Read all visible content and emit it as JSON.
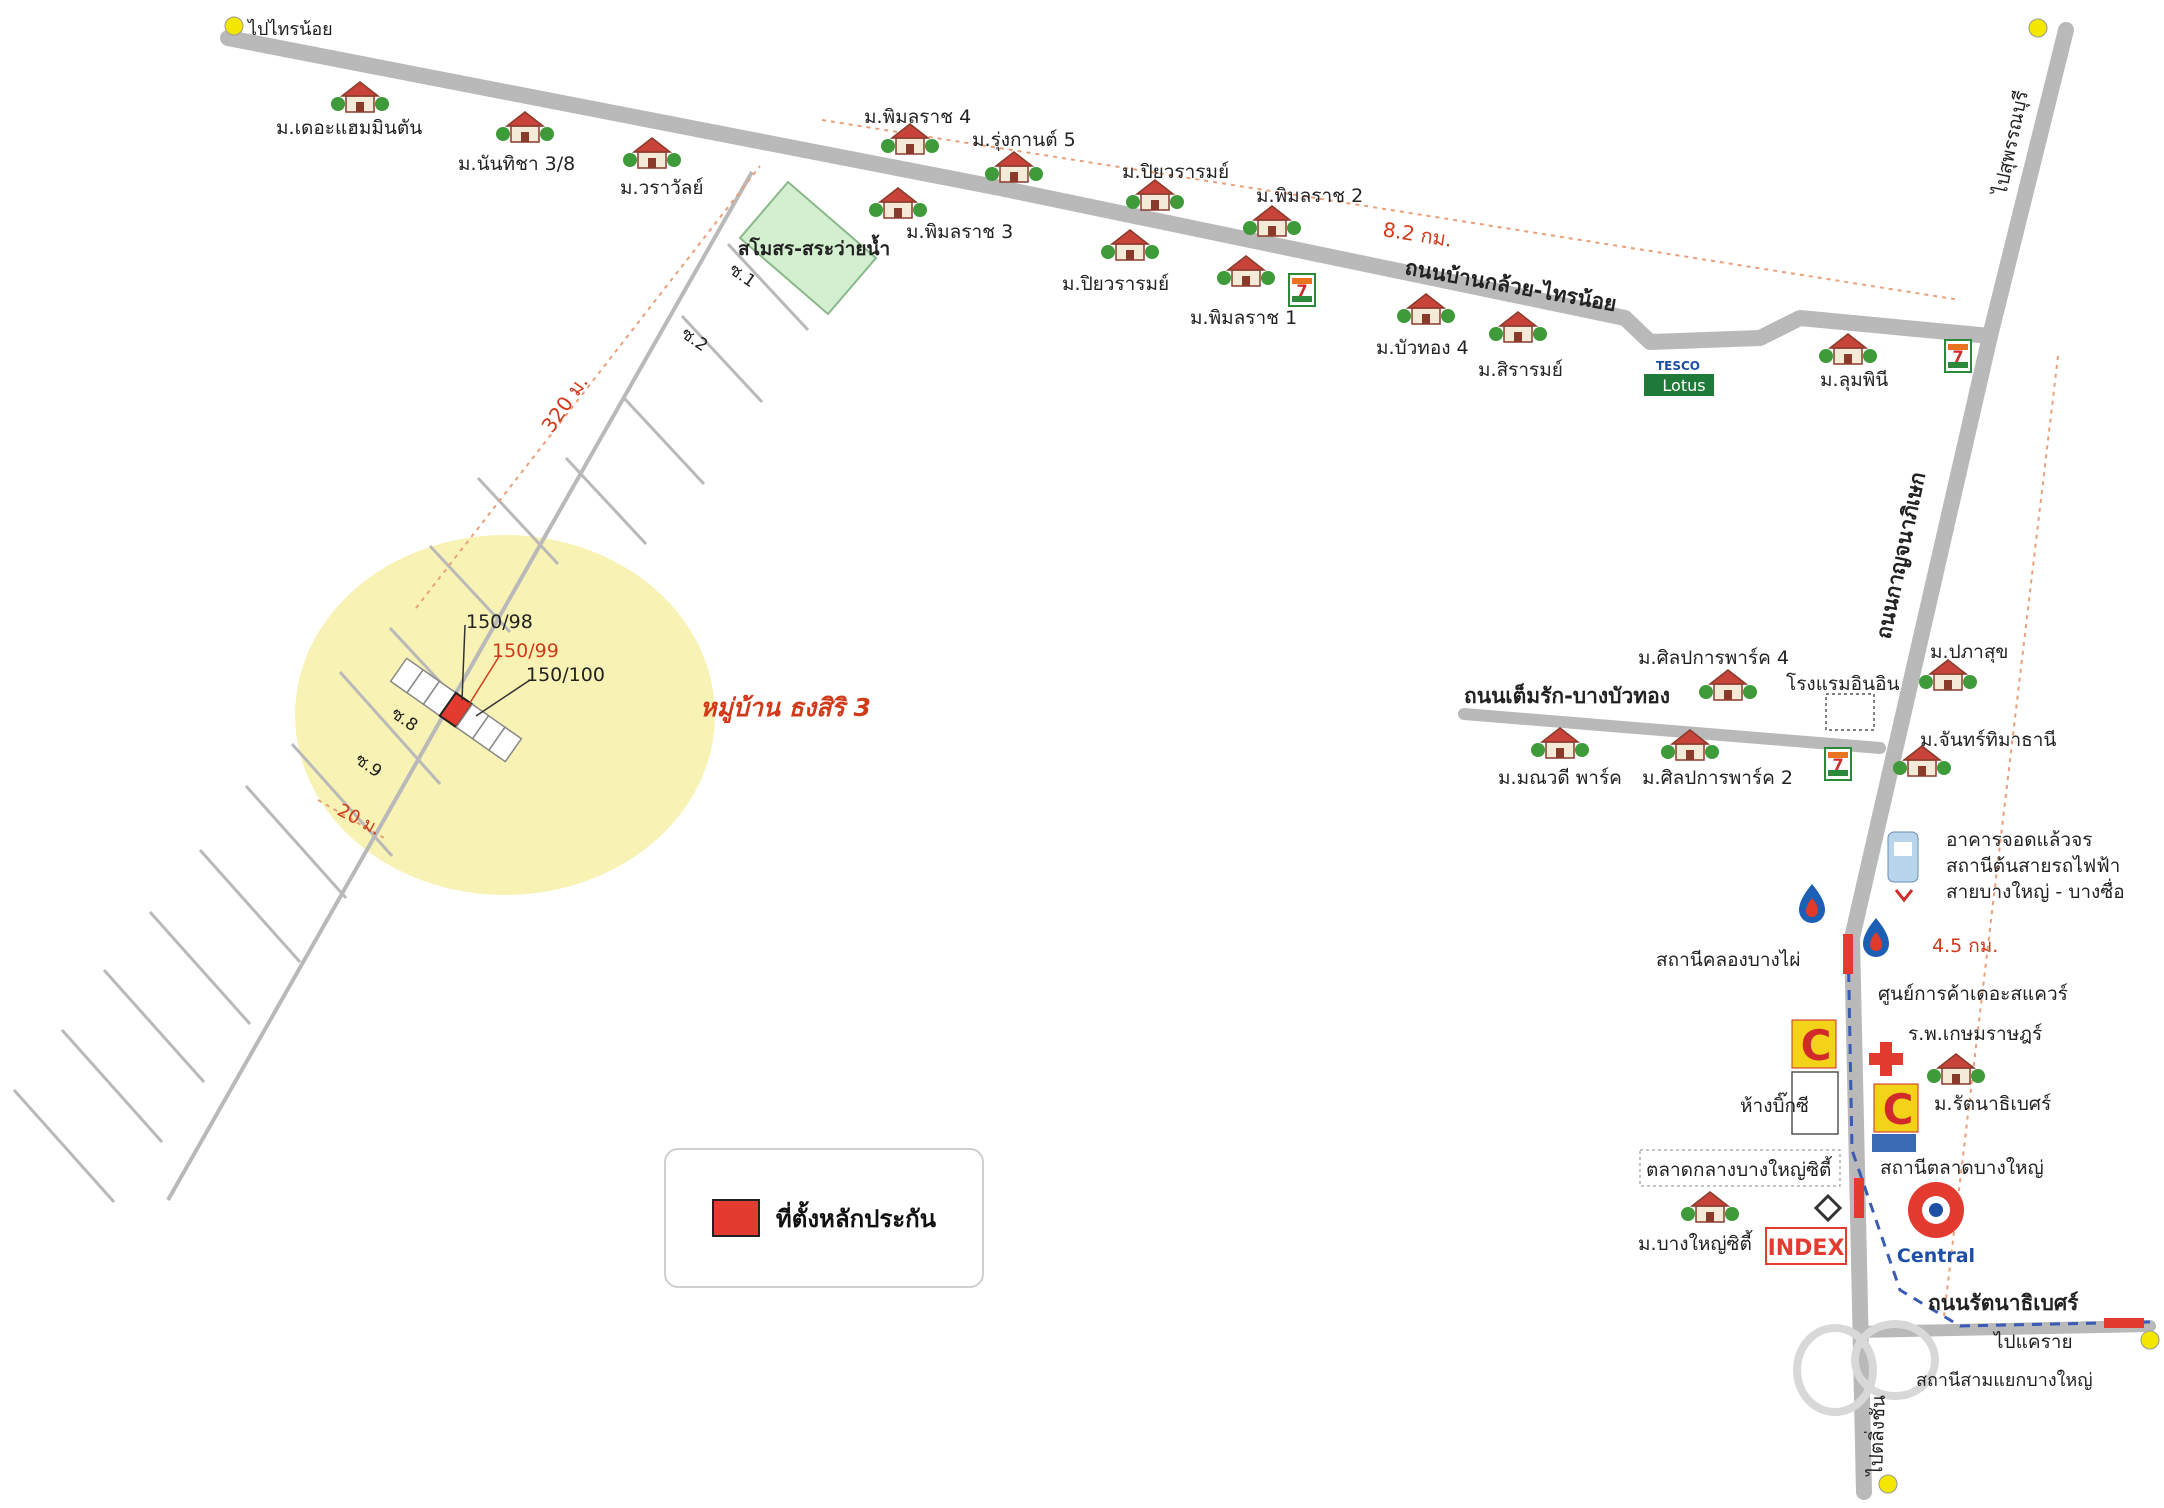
{
  "colors": {
    "road": "#b9b9b9",
    "highlight_zone": "#f8f2b4",
    "marker_red": "#e33b2f",
    "label_red": "#d13a1a",
    "park_green": "#d3efd0",
    "exit_yellow": "#f5e600"
  },
  "directions": {
    "to_sainoi": "ไปไทรน้อย",
    "to_suphanburi": "ไปสุพรรณบุรี",
    "to_khae_rai": "ไปแคราย",
    "to_taling_chan": "ไปตลิ่งชัน"
  },
  "roads": {
    "ban_kluai_sainoi": "ถนนบ้านกล้วย-ไทรน้อย",
    "kanchanaphisek": "ถนนกาญจนาภิเษก",
    "tem_rak_bang_bua_thong": "ถนนเต็มรัก-บางบัวทอง",
    "rattanathibet": "ถนนรัตนาธิเบศร์"
  },
  "villages": [
    "ม.เดอะแฮมมินตัน",
    "ม.นันทิชา 3/8",
    "ม.วราวัลย์",
    "ม.พิมลราช 4",
    "ม.รุ่งกานต์ 5",
    "ม.ปิยวรารมย์",
    "ม.พิมลราช 2",
    "ม.พิมลราช 3",
    "ม.ปิยวรารมย์",
    "ม.พิมลราช 1",
    "ม.บัวทอง 4",
    "ม.สิรารมย์",
    "ม.ลุมพินี",
    "ม.ศิลปการพาร์ค 4",
    "ม.ปภาสุข",
    "ม.จันทร์ทิมาธานี",
    "ม.มณวดี พาร์ค",
    "ม.ศิลปการพาร์ค 2",
    "ม.รัตนาธิเบศร์",
    "ม.บางใหญ่ซิตี้"
  ],
  "landmarks": {
    "park": "สโมสร-สระว่ายน้ำ",
    "hotel": "โรงแรมอินอิน",
    "parking_building": "อาคารจอดแล้วจร",
    "purple_line_station_1": "สถานีต้นสายรถไฟฟ้า",
    "purple_line_station_2": "สายบางใหญ่ - บางซื่อ",
    "khlong_bang_phai_station": "สถานีคลองบางไผ่",
    "the_square": "ศูนย์การค้าเดอะสแควร์",
    "hospital": "ร.พ.เกษมราษฎร์",
    "big_c": "ห้างบิ๊กซี",
    "talad_bang_yai_station": "สถานีตลาดบางใหญ่",
    "bang_yai_city_market": "ตลาดกลางบางใหญ่ซิตี้",
    "sam_yaek_station": "สถานีสามแยกบางใหญ่",
    "tesco_line1": "TESCO",
    "tesco_line2": "Lotus",
    "index": "INDEX",
    "central": "Central"
  },
  "distances": {
    "main_road": "8.2 กม.",
    "kanchanaphisek": "4.5 กม.",
    "soi_length": "320 ม.",
    "soi_width": "20 ม."
  },
  "soi_labels": [
    "ซ.1",
    "ซ.2",
    "ซ.8",
    "ซ.9"
  ],
  "plots": {
    "left": "150/98",
    "selected": "150/99",
    "right": "150/100"
  },
  "project_name": "หมู่บ้าน ธงสิริ 3",
  "legend": {
    "collateral_location": "ที่ตั้งหลักประกัน"
  }
}
